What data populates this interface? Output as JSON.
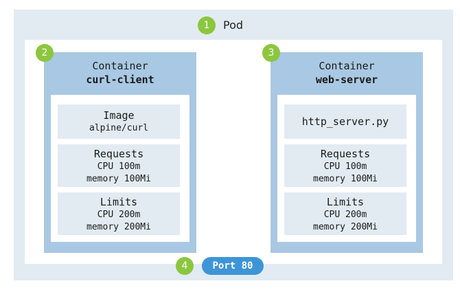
{
  "pod": {
    "badge": "1",
    "title": "Pod"
  },
  "containers": [
    {
      "badge": "2",
      "heading": "Container",
      "name": "curl-client",
      "image_label": "Image",
      "image_value": "alpine/curl",
      "requests_label": "Requests",
      "requests_cpu": "CPU 100m",
      "requests_memory": "memory 100Mi",
      "limits_label": "Limits",
      "limits_cpu": "CPU 200m",
      "limits_memory": "memory 200Mi"
    },
    {
      "badge": "3",
      "heading": "Container",
      "name": "web-server",
      "image_value": "http_server.py",
      "requests_label": "Requests",
      "requests_cpu": "CPU 100m",
      "requests_memory": "memory 100Mi",
      "limits_label": "Limits",
      "limits_cpu": "CPU 200m",
      "limits_memory": "memory 200Mi"
    }
  ],
  "port": {
    "badge": "4",
    "label": "Port 80"
  },
  "colors": {
    "badge": "#8cc63f",
    "pod_background": "#e2ebf2",
    "container_background": "#a9c8e3",
    "port_background": "#3e95d6"
  }
}
